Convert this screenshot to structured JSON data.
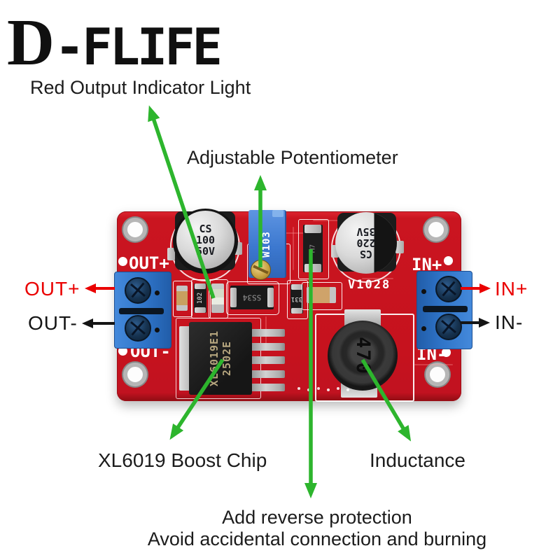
{
  "logo": {
    "d": "D",
    "rest": "-FLIFE"
  },
  "annotations": {
    "indicator": "Red Output Indicator Light",
    "potentiometer": "Adjustable Potentiometer",
    "chip": "XL6019 Boost Chip",
    "inductor": "Inductance",
    "reverse_line1": "Add reverse protection",
    "reverse_line2": "Avoid accidental connection and burning"
  },
  "ports": {
    "out_plus": "OUT+",
    "out_minus": "OUT-",
    "in_plus": "IN+",
    "in_minus": "IN-"
  },
  "silkscreen": {
    "out_plus": "OUT+",
    "out_minus": "OUT-",
    "in_plus": "IN+",
    "in_minus": "IN-",
    "version": "V1028"
  },
  "components": {
    "output_capacitor": {
      "line1": "CS",
      "line2": "100",
      "line3": "50V"
    },
    "input_capacitor": {
      "line1": "CS",
      "line2": "220",
      "line3": "35V"
    },
    "potentiometer_marking": "W103",
    "schottky_diode_marking": "SS34",
    "reverse_diode_marking": "M7",
    "resistor_marking_102": "102",
    "resistor_marking_331": "331",
    "chip_marking": {
      "line1": "XL6019E1",
      "line2": "2502E"
    },
    "inductor_marking": "470"
  },
  "colors": {
    "arrow_green": "#2db52d",
    "label_red": "#ea0000",
    "label_black": "#141414",
    "pcb_red": "#c6121e",
    "terminal_blue": "#2f74c8",
    "silkscreen_white": "#ffffff"
  }
}
